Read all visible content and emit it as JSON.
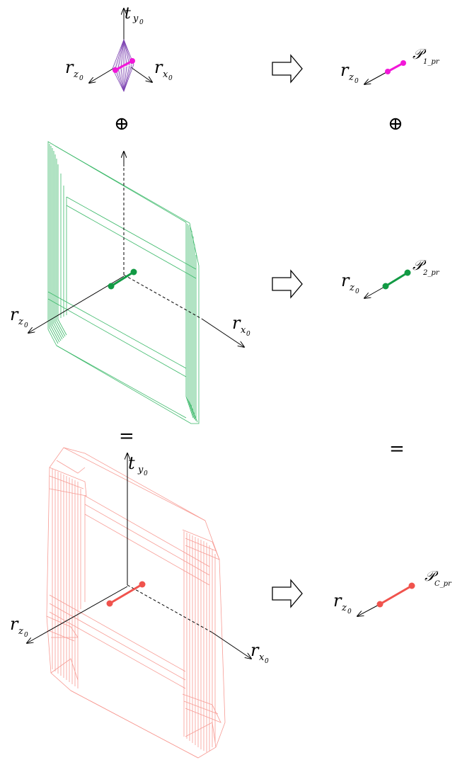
{
  "colors": {
    "purple": "#7a3fb0",
    "magenta": "#f217d8",
    "green": "#129a44",
    "green_light": "#3cb96a",
    "red": "#f0534d",
    "red_light": "#f79b94",
    "axis": "#000000"
  },
  "labels": {
    "t": "t",
    "y0": "y",
    "r": "r",
    "x0": "x",
    "z0": "z",
    "sub0": "0",
    "oplus": "⊕",
    "equals": "=",
    "P_letter": "𝒫",
    "P1_sub": "1_pr",
    "P2_sub": "2_pr",
    "PC_sub": "C_pr"
  },
  "icons": {
    "arrow": "right-hollow-arrow-icon"
  }
}
